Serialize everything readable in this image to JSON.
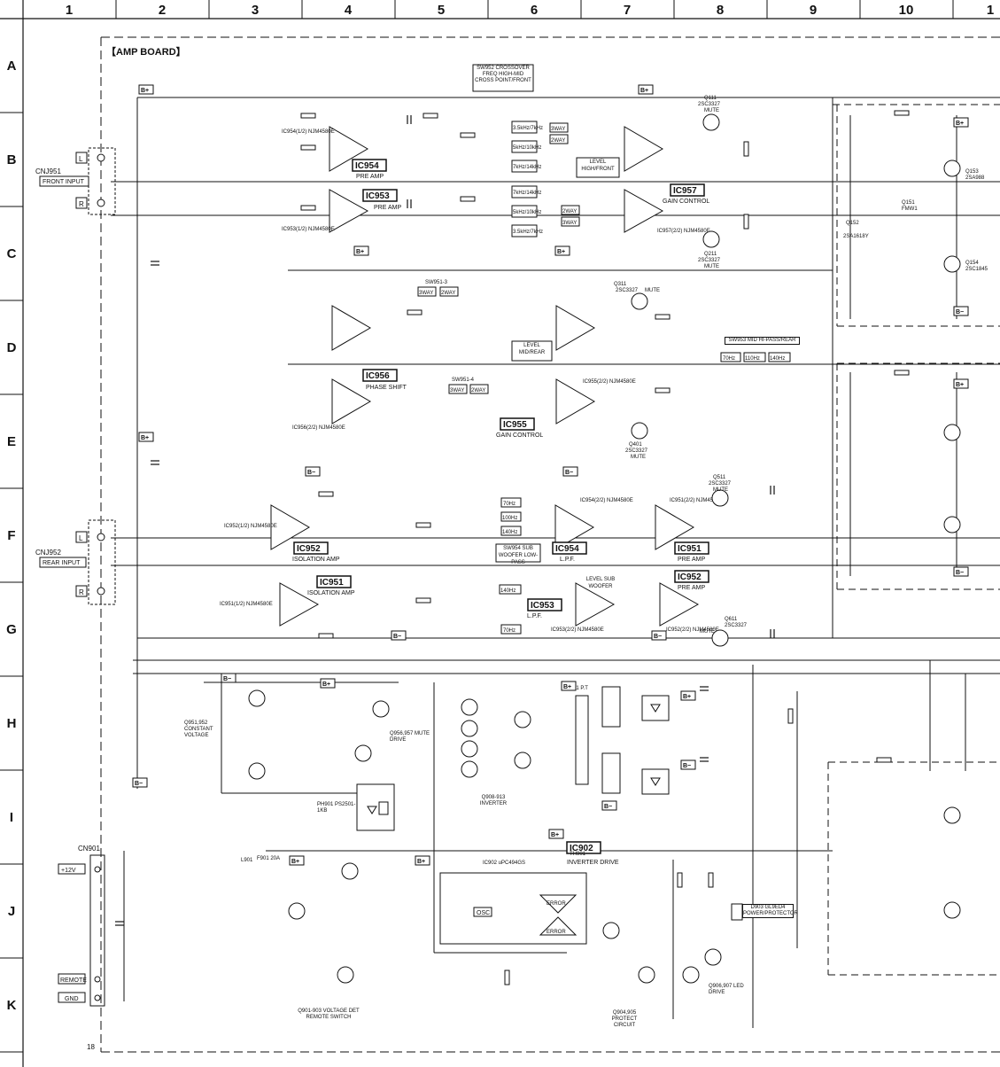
{
  "grid": {
    "columns": [
      "1",
      "2",
      "3",
      "4",
      "5",
      "6",
      "7",
      "8",
      "9",
      "10",
      "1"
    ],
    "rows": [
      "A",
      "B",
      "C",
      "D",
      "E",
      "F",
      "G",
      "H",
      "I",
      "J",
      "K"
    ]
  },
  "board_title": "【AMP BOARD】",
  "page_footer_number": "18",
  "connectors": {
    "front_input_ref": "CNJ951",
    "front_input_label": "FRONT INPUT",
    "front_pins": [
      "L",
      "R"
    ],
    "rear_input_ref": "CNJ952",
    "rear_input_label": "REAR INPUT",
    "rear_pins": [
      "L",
      "R"
    ],
    "power_ref": "CN901",
    "power_pins": [
      "+12V",
      "REMOTE",
      "GND"
    ]
  },
  "ics": [
    {
      "id": "IC954",
      "function": "PRE AMP",
      "part": "IC954(1/2) NJM4580E"
    },
    {
      "id": "IC953",
      "function": "PRE AMP",
      "part": "IC953(1/2) NJM4580E"
    },
    {
      "id": "IC957",
      "function": "GAIN CONTROL",
      "part": "IC957(2/2) NJM4580E"
    },
    {
      "id": "IC956",
      "function": "PHASE SHIFT",
      "part": "IC956(2/2) NJM4580E"
    },
    {
      "id": "IC955",
      "function": "GAIN CONTROL",
      "part": "IC955(2/2) NJM4580E"
    },
    {
      "id": "IC952",
      "function": "ISOLATION AMP",
      "part": "IC952(1/2) NJM4580E"
    },
    {
      "id": "IC951",
      "function": "ISOLATION AMP",
      "part": "IC951(1/2) NJM4580E"
    },
    {
      "id": "IC954",
      "function": "L.P.F.",
      "part": "IC954(2/2) NJM4580E"
    },
    {
      "id": "IC953",
      "function": "L.P.F.",
      "part": "IC953(2/2) NJM4580E"
    },
    {
      "id": "IC951",
      "function": "PRE AMP",
      "part": "IC951(2/2) NJM4580E"
    },
    {
      "id": "IC952",
      "function": "PRE AMP",
      "part": "IC952(2/2) NJM4580E"
    },
    {
      "id": "IC902",
      "function": "INVERTER DRIVE",
      "part": "IC902 uPC494GS"
    }
  ],
  "switch_boxes": {
    "sw952": "SW952 CROSSOVER FREQ HIGH-MID CROSS POINT/FRONT",
    "sw953": "SW953 MID HI-PASS/REAR",
    "sw954": "SW954 SUB WOOFER LOW-PASS",
    "sw951_3": "SW951-3",
    "sw951_4": "SW951-4",
    "way3": "3WAY",
    "way2": "2WAY",
    "freqs_front": [
      "3.5kHz/7kHz",
      "5kHz/10kHz",
      "7kHz/14kHz"
    ],
    "freqs_mid": [
      "70Hz",
      "110Hz",
      "140Hz"
    ],
    "freqs_sub": [
      "70Hz",
      "100Hz",
      "140Hz"
    ],
    "level_high_front": "LEVEL HIGH/FRONT",
    "level_mid_rear": "LEVEL MID/REAR",
    "level_sub_woofer": "LEVEL SUB WOOFER"
  },
  "transistors": [
    {
      "ref": "Q111",
      "part": "2SC3327",
      "role": "MUTE"
    },
    {
      "ref": "Q211",
      "part": "2SC3327",
      "role": "MUTE"
    },
    {
      "ref": "Q311",
      "part": "2SC3327",
      "role": "MUTE"
    },
    {
      "ref": "Q401",
      "part": "2SC3327",
      "role": "MUTE"
    },
    {
      "ref": "Q511",
      "part": "2SC3327",
      "role": "MUTE"
    },
    {
      "ref": "Q611",
      "part": "2SC3327",
      "role": "MUTE"
    },
    {
      "ref": "Q151",
      "part": "FMW1",
      "role": ""
    },
    {
      "ref": "Q153",
      "part": "2SA988",
      "role": ""
    },
    {
      "ref": "Q154",
      "part": "2SC1845",
      "role": ""
    },
    {
      "ref": "Q152",
      "part": "2SA1618Y",
      "role": ""
    }
  ],
  "power_section": {
    "constant_voltage": "Q951,952 CONSTANT VOLTAGE",
    "mute_drive": "Q956,957 MUTE DRIVE",
    "photocoupler": "PH901 PS2501-1KB",
    "voltage_det": "Q901-903 VOLTAGE DET REMOTE SWITCH",
    "inverter": "Q908-913 INVERTER",
    "transformer": "T901 P.T",
    "protect": "Q904,905 PROTECT CIRCUIT",
    "led_drive": "Q906,907 LED DRIVE",
    "power_led": "D903 GL9ED4 POWER/PROTECTOR",
    "error_block": "ERROR",
    "osc_block": "OSC",
    "thermistor": "TH901",
    "fuse": "F901 20A",
    "coil": "L901"
  },
  "net_labels": {
    "b_plus": "B+",
    "b_minus": "B−",
    "hash": "#"
  },
  "colors": {
    "ink": "#111111",
    "paper": "#ffffff"
  }
}
